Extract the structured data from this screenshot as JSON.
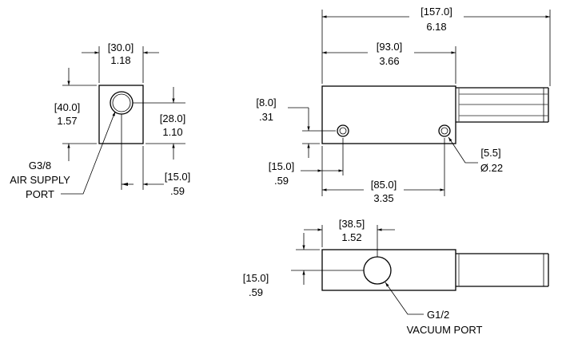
{
  "end_view": {
    "width_mm": "[30.0]",
    "width_in": "1.18",
    "height_mm": "[40.0]",
    "height_in": "1.57",
    "port_height_mm": "[28.0]",
    "port_height_in": "1.10",
    "port_offset_mm": "[15.0]",
    "port_offset_in": ".59",
    "air_port_label": [
      "G3/8",
      "AIR SUPPLY",
      "PORT"
    ]
  },
  "side_view": {
    "overall_mm": "[157.0]",
    "overall_in": "6.18",
    "body_mm": "[93.0]",
    "body_in": "3.66",
    "hole_height_mm": "[8.0]",
    "hole_height_in": ".31",
    "hole_offset_mm": "[15.0]",
    "hole_offset_in": ".59",
    "hole_spacing_mm": "[85.0]",
    "hole_spacing_in": "3.35",
    "hole_dia_mm": "[5.5]",
    "hole_dia_in": "Ø.22"
  },
  "top_view": {
    "port_pos_mm": "[38.5]",
    "port_pos_in": "1.52",
    "port_height_mm": "[15.0]",
    "port_height_in": ".59",
    "vacuum_port_label": [
      "G1/2",
      "VACUUM PORT"
    ]
  }
}
